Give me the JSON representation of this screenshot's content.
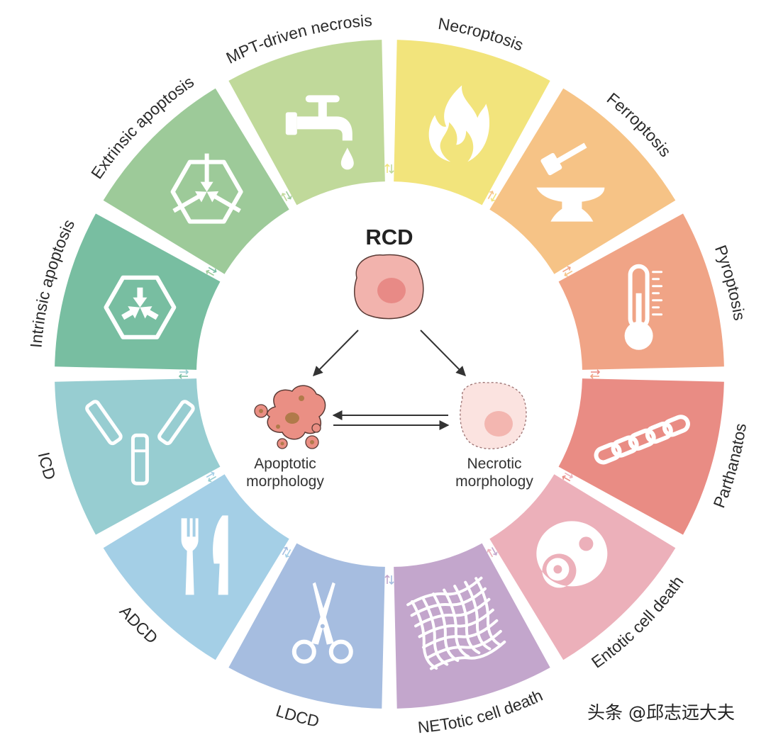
{
  "center": {
    "title": "RCD",
    "apoptotic_line1": "Apoptotic",
    "apoptotic_line2": "morphology",
    "necrotic_line1": "Necrotic",
    "necrotic_line2": "morphology"
  },
  "segments": [
    {
      "label": "Necroptosis",
      "color": "#f2e47c",
      "icon": "fire-icon"
    },
    {
      "label": "Ferroptosis",
      "color": "#f6c386",
      "icon": "hammer-anvil-icon"
    },
    {
      "label": "Pyroptosis",
      "color": "#f0a486",
      "icon": "thermometer-icon"
    },
    {
      "label": "Parthanatos",
      "color": "#e98c84",
      "icon": "chain-icon"
    },
    {
      "label": "Entotic cell death",
      "color": "#ecb0ba",
      "icon": "cell-in-cell-icon"
    },
    {
      "label": "NETotic cell death",
      "color": "#c3a6cc",
      "icon": "net-icon"
    },
    {
      "label": "LDCD",
      "color": "#a6bde0",
      "icon": "scissors-icon"
    },
    {
      "label": "ADCD",
      "color": "#a4cfe6",
      "icon": "fork-knife-icon"
    },
    {
      "label": "ICD",
      "color": "#97cdd1",
      "icon": "antibody-icon"
    },
    {
      "label": "Intrinsic apoptosis",
      "color": "#78bea1",
      "icon": "hexagon-arrows-icon"
    },
    {
      "label": "Extrinsic apoptosis",
      "color": "#9dca99",
      "icon": "hexagon-arrows-out-icon"
    },
    {
      "label": "MPT-driven necrosis",
      "color": "#c0d99a",
      "icon": "faucet-icon"
    }
  ],
  "watermark": "头条 @邱志远大夫"
}
